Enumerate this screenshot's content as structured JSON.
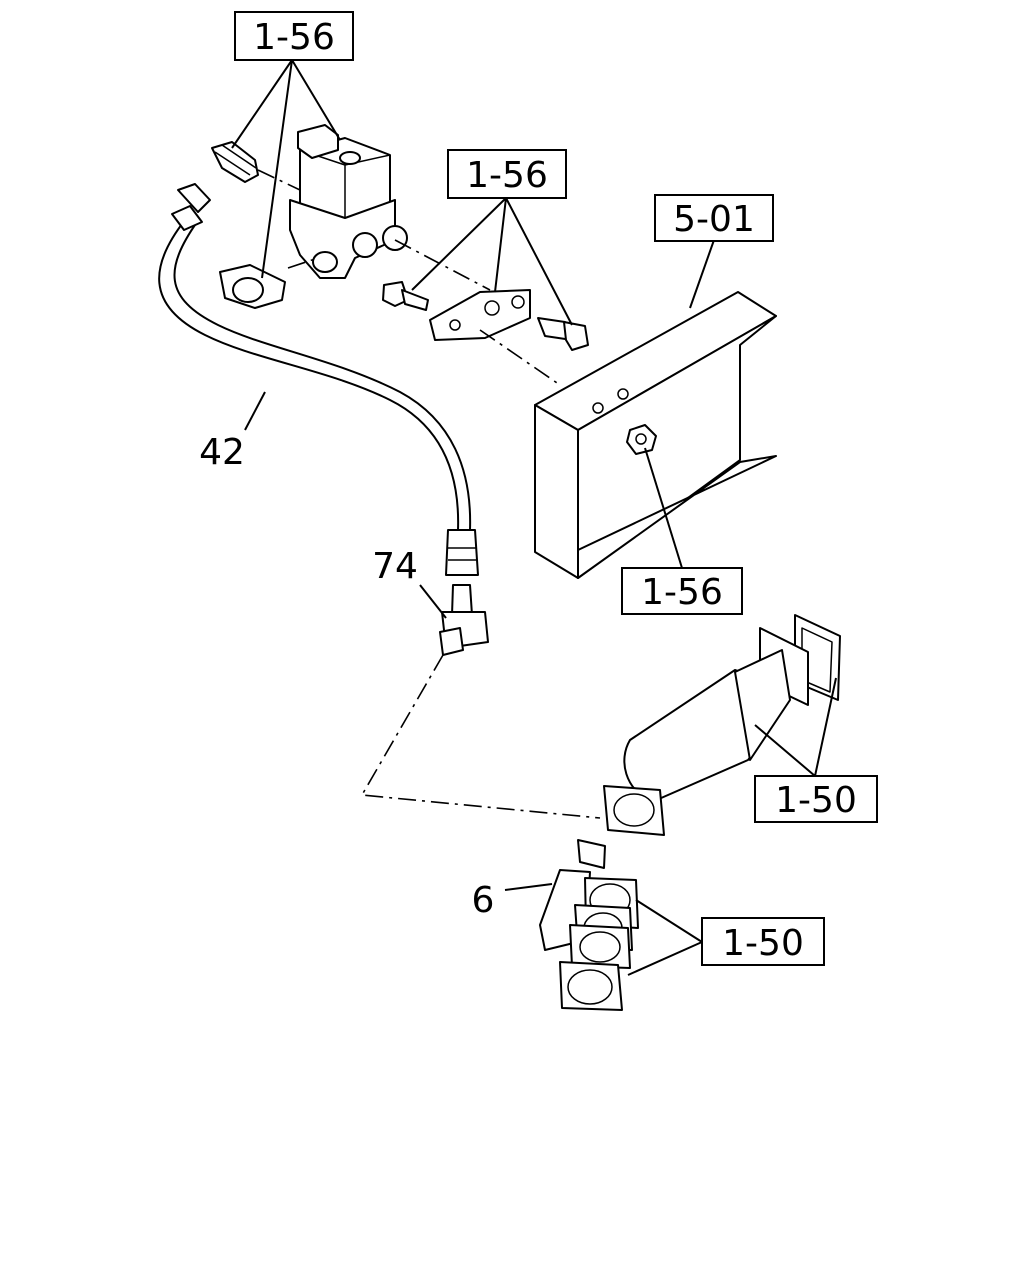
{
  "callouts": {
    "c1": "1-56",
    "c2": "1-56",
    "c3": "5-01",
    "c4": "1-56",
    "c5": "1-50",
    "c6": "1-50"
  },
  "part_numbers": {
    "hose": "42",
    "tee": "74",
    "elbow": "6"
  }
}
